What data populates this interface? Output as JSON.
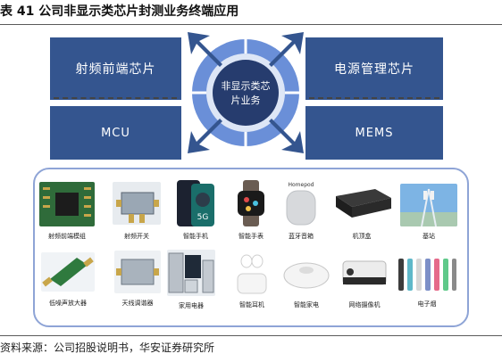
{
  "title": "表 41 公司非显示类芯片封测业务终端应用",
  "center": {
    "label_line1": "非显示类芯",
    "label_line2": "片业务"
  },
  "boxes": {
    "rf_front_end": "射频前端芯片",
    "power_mgmt": "电源管理芯片",
    "mcu": "MCU",
    "mems": "MEMS"
  },
  "products": [
    {
      "label": "射频前端模组",
      "icon": "rf-module-chip-icon"
    },
    {
      "label": "射频开关",
      "icon": "rf-switch-icon"
    },
    {
      "label": "智能手机",
      "icon": "smartphone-icon"
    },
    {
      "label": "智能手表",
      "icon": "smartwatch-icon"
    },
    {
      "label": "蓝牙音箱",
      "icon": "smart-speaker-icon"
    },
    {
      "label": "机顶盒",
      "icon": "set-top-box-icon"
    },
    {
      "label": "基站",
      "icon": "base-station-icon"
    },
    {
      "label": "低噪声放大器",
      "icon": "lna-board-icon"
    },
    {
      "label": "天线调谐器",
      "icon": "antenna-tuner-icon"
    },
    {
      "label": "家用电器",
      "icon": "home-appliances-icon"
    },
    {
      "label": "智能耳机",
      "icon": "earbuds-icon"
    },
    {
      "label": "智能家电",
      "icon": "robot-vacuum-icon"
    },
    {
      "label": "网络摄像机",
      "icon": "ip-camera-icon"
    },
    {
      "label": "电子烟",
      "icon": "e-cigarette-icon"
    }
  ],
  "product_text": {
    "sticker_5g": "5G",
    "speaker_brand": "Homepod"
  },
  "source": "资料来源：公司招股说明书，华安证券研究所",
  "colors": {
    "box_blue": "#34558f",
    "ring_blue": "#6a8fd8",
    "ring_light": "#c9d6ef",
    "center_navy": "#263c6e",
    "frame_border": "#8ea4d6"
  }
}
